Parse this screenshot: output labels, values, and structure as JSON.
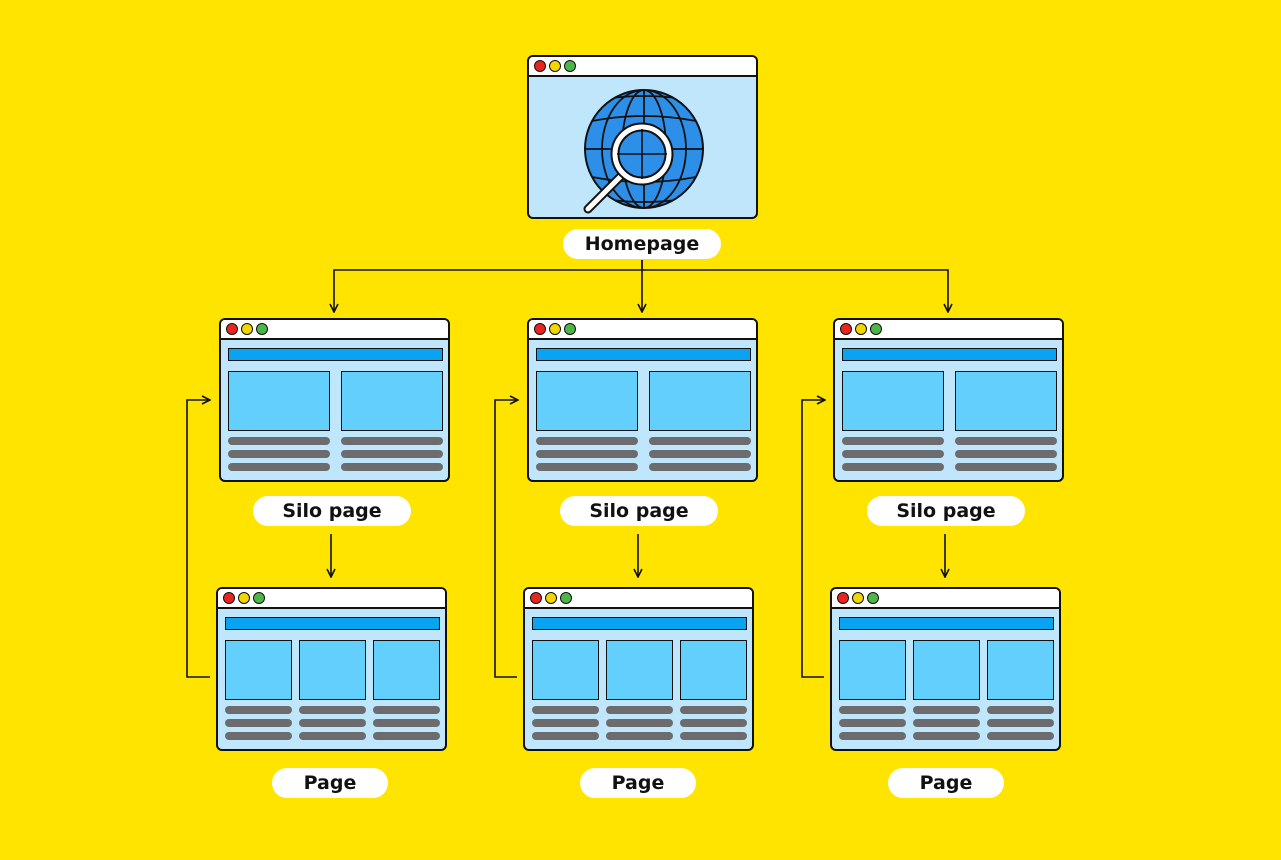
{
  "labels": {
    "homepage": "Homepage",
    "silo_page": "Silo page",
    "page": "Page"
  },
  "icons": {
    "home_window": "globe-search-icon",
    "window_dots": [
      "red",
      "yellow",
      "green"
    ]
  },
  "colors": {
    "background": "#FFE400",
    "window_fill": "#BFE6FB",
    "header_bar": "#0AA3F2",
    "tile": "#62CFFC",
    "text_line": "#6C6C6E",
    "globe": "#2D8FE8"
  }
}
